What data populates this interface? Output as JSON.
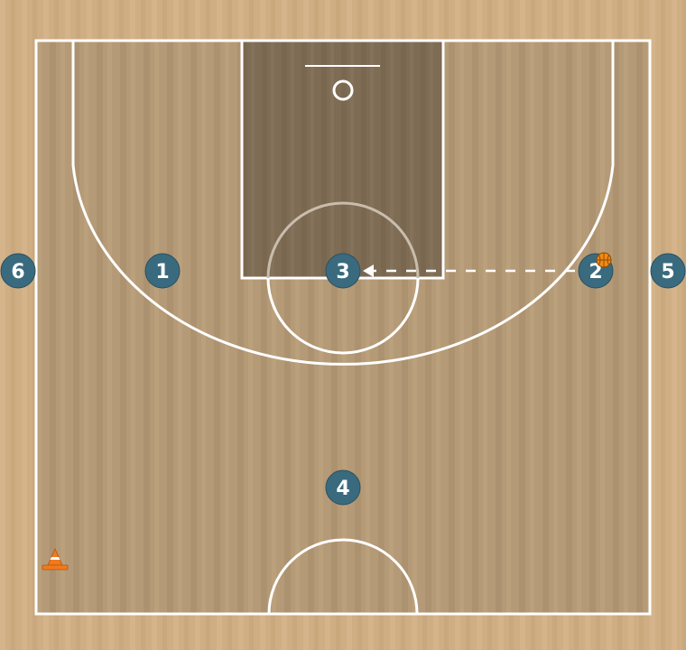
{
  "colors": {
    "wood_outer": "#cfae84",
    "wood_inner": "#b59a77",
    "paint": "#7f6c55",
    "lines": "#ffffff",
    "player_fill": "#3a6a7e",
    "ball": "#f08a12",
    "cone": "#f07a1c"
  },
  "players": [
    {
      "label": "6"
    },
    {
      "label": "1"
    },
    {
      "label": "3"
    },
    {
      "label": "2",
      "has_ball": true
    },
    {
      "label": "5"
    },
    {
      "label": "4"
    }
  ],
  "actions": [
    {
      "type": "pass",
      "from": "2",
      "to": "3",
      "style": "dashed"
    }
  ],
  "equipment": [
    {
      "type": "cone-icon"
    }
  ]
}
